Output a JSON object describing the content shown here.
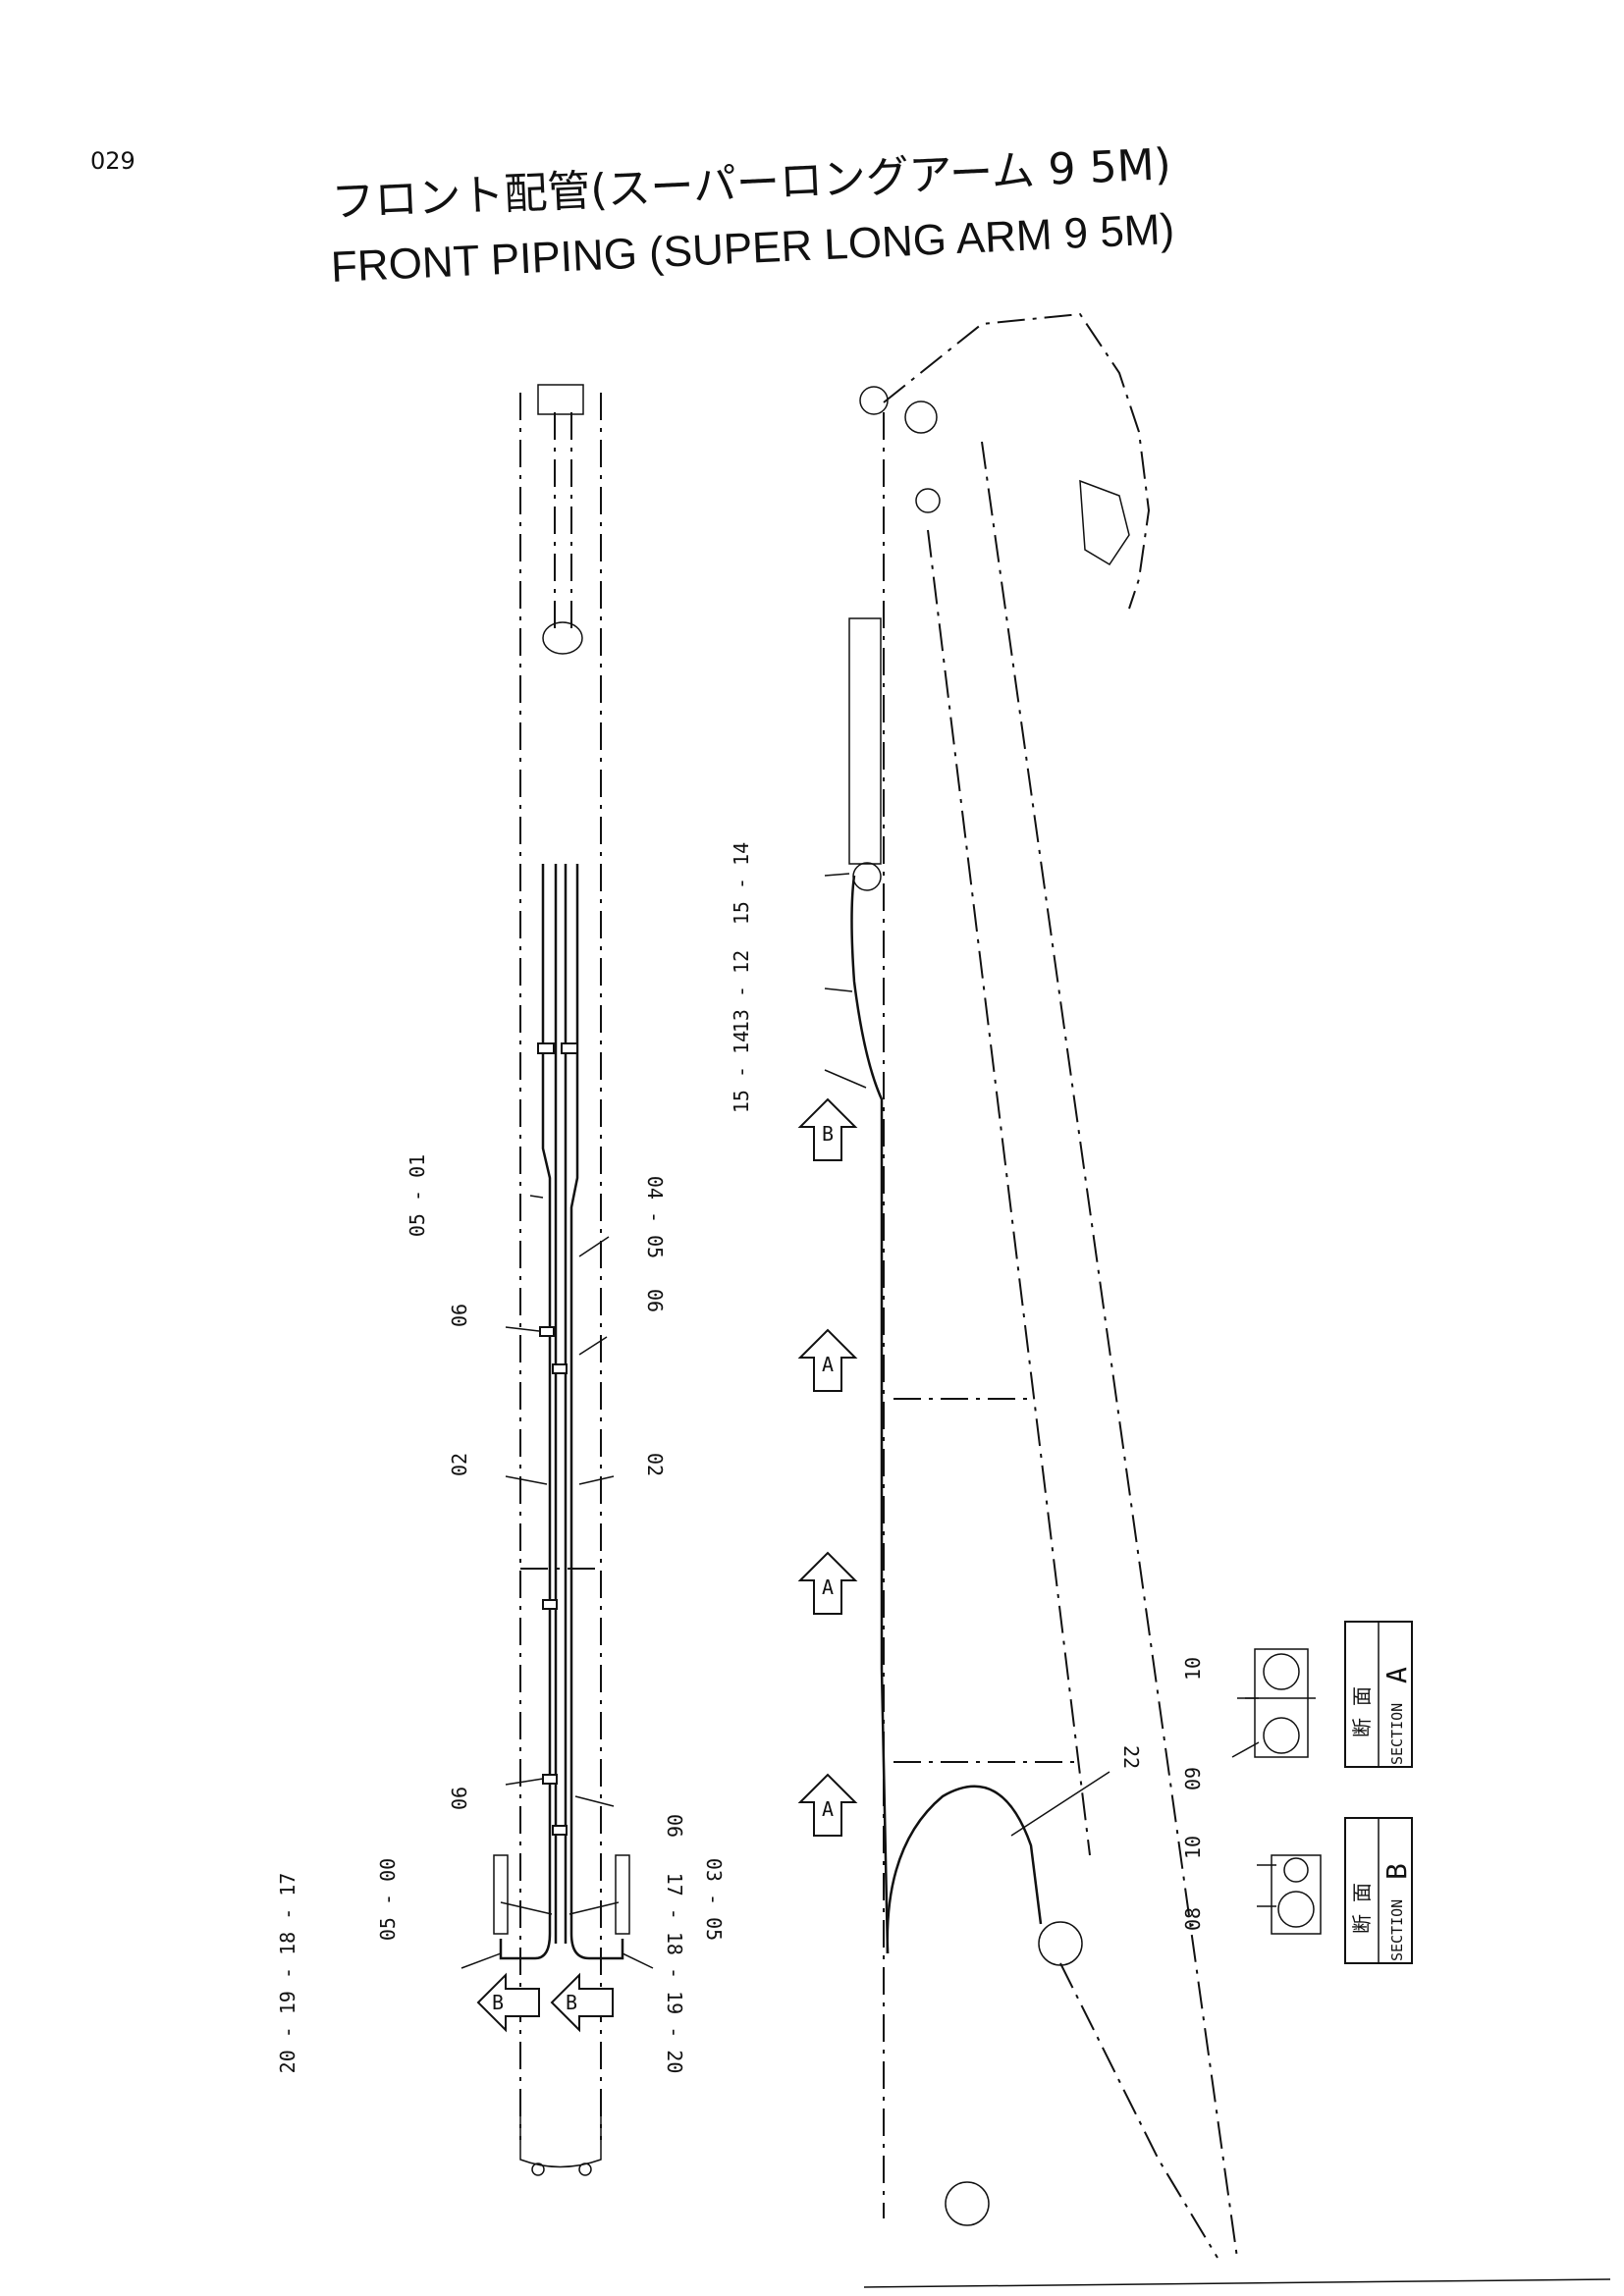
{
  "page_number": "029",
  "title_jp": "フロント配管(スーパーロングアーム 9 5M)",
  "title_en": "FRONT PIPING (SUPER LONG ARM 9 5M)",
  "callouts": {
    "left": [
      "05 - 01",
      "04 - 05",
      "06",
      "06",
      "02",
      "02",
      "06",
      "06",
      "05 - 00",
      "03 - 05",
      "20 - 19 - 18 - 17",
      "17 - 18 - 19 - 20"
    ],
    "right": [
      "15 - 14",
      "13 - 12",
      "15 - 14",
      "22"
    ],
    "section": [
      "10",
      "09",
      "10",
      "08"
    ]
  },
  "arrow_markers": [
    "B",
    "A",
    "A",
    "A",
    "B",
    "B"
  ],
  "section_a": {
    "jp": "断 面",
    "en": "SECTION",
    "letter": "A"
  },
  "section_b": {
    "jp": "断 面",
    "en": "SECTION",
    "letter": "B"
  }
}
